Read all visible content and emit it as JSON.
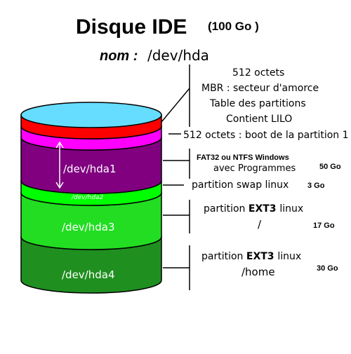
{
  "title": "Disque IDE",
  "capacity": "(100 Go )",
  "device_name_label": "nom :",
  "device_name_value": "/dev/hda",
  "colors": {
    "mbr": "#ff0000",
    "boot": "#ff00ff",
    "hda1": "#800080",
    "hda2": "#00ff00",
    "hda3": "#22dd22",
    "hda4": "#1f8f1f",
    "top_cap": "#66ddff",
    "outline": "#000000"
  },
  "disk_labels": {
    "hda1": "/dev/hda1",
    "hda2": "/dev/hda2",
    "hda3": "/dev/hda3",
    "hda4": "/dev/hda4"
  },
  "annotations": {
    "mbr": [
      "512 octets",
      "MBR : secteur d'amorce",
      "Table des partitions",
      "Contient LILO"
    ],
    "boot": "512 octets : boot de la partition 1",
    "hda1": {
      "line1": "FAT32 ou NTFS Windows",
      "line2": "avec Programmes",
      "size": "50 Go"
    },
    "hda2": {
      "line1": "partition swap linux",
      "size": "3 Go"
    },
    "hda3": {
      "line1_prefix": "partition",
      "line1_bold": "EXT3",
      "line1_suffix": "linux",
      "line2": "/",
      "size": "17 Go"
    },
    "hda4": {
      "line1_prefix": "partition",
      "line1_bold": "EXT3",
      "line1_suffix": "linux",
      "line2": "/home",
      "size": "30 Go"
    }
  }
}
